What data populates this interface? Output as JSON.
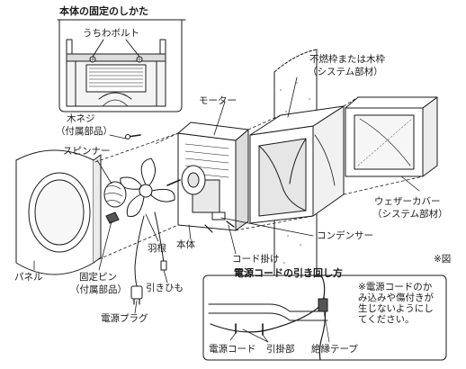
{
  "titles": {
    "mounting": "本体の固定のしかた",
    "cord_routing": "電源コードの引き回し方"
  },
  "labels": {
    "fan_bolt": "うちわボルト",
    "frame_line1": "不燃枠または木枠",
    "frame_line2": "（システム部材）",
    "motor": "モーター",
    "wood_screw_line1": "木ネジ",
    "wood_screw_line2": "（付属部品）",
    "spinner": "スピンナー",
    "weather_cover_line1": "ウェザーカバー",
    "weather_cover_line2": "（システム部材）",
    "condenser": "コンデンサー",
    "main_body": "本体",
    "blade": "羽根",
    "cord_hook": "コード掛け",
    "fig_note": "※図",
    "panel": "パネル",
    "fixing_pin_line1": "固定ピン",
    "fixing_pin_line2": "（付属部品）",
    "pull_string": "引きひも",
    "power_plug": "電源プラグ",
    "power_cord": "電源コード",
    "hook_part": "引掛部",
    "insulation_tape": "絶縁テープ",
    "caution": "※電源コードのかみ込みや傷付きが生じないようにしてください。"
  },
  "colors": {
    "line": "#1a1a1a",
    "fill": "#ffffff",
    "shade": "#d8d8d8",
    "dark": "#8a8a8a"
  }
}
